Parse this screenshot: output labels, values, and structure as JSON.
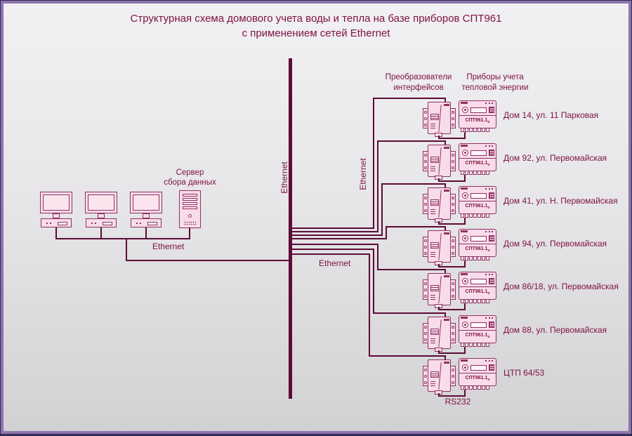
{
  "title": {
    "line1": "Структурная схема домового учета воды и тепла на базе приборов СПТ961",
    "line2": "с применением сетей Ethernet"
  },
  "colors": {
    "wire": "#5c0b38",
    "text": "#7d1144",
    "device_fill": "#f8dcea",
    "device_border": "#8e3263",
    "frame_purple": "#8d72ad",
    "frame_navy": "#2e2d58"
  },
  "columns": {
    "converters_header_line1": "Преобразователи",
    "converters_header_line2": "интерфейсов",
    "meters_header_line1": "Приборы учета",
    "meters_header_line2": "тепловой энергии"
  },
  "left_group": {
    "server_label_line1": "Сервер",
    "server_label_line2": "сбора данных",
    "bus_label": "Ethernet"
  },
  "network": {
    "trunk_vertical_label": "Ethernet",
    "branch_vertical_label": "Ethernet",
    "mid_horizontal_label": "Ethernet",
    "rs232_label": "RS232"
  },
  "device": {
    "meter_label": "СПТ961.1",
    "meter_label_sub": "о"
  },
  "rows": [
    {
      "address": "Дом 14, ул. 11 Парковая"
    },
    {
      "address": "Дом 92, ул. Первомайская"
    },
    {
      "address": "Дом 41, ул. Н. Первомайская"
    },
    {
      "address": "Дом 94, ул. Первомайская"
    },
    {
      "address": "Дом 86/18, ул. Первомайская"
    },
    {
      "address": "Дом 88, ул. Первомайская"
    },
    {
      "address": "ЦТП 64/53"
    }
  ]
}
